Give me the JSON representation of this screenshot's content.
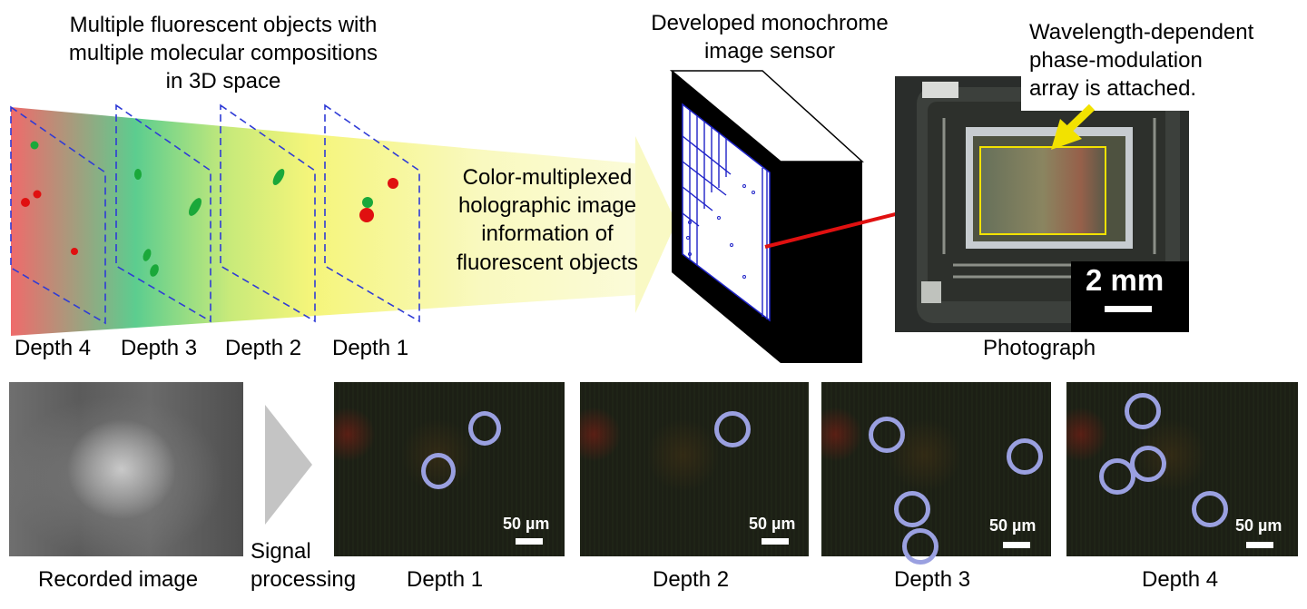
{
  "top": {
    "objects_caption": "Multiple fluorescent objects with\nmultiple molecular compositions\nin 3D space",
    "depth_labels": [
      "Depth 4",
      "Depth 3",
      "Depth 2",
      "Depth 1"
    ],
    "beam_text": "Color-multiplexed\nholographic image\ninformation of\nfluorescent objects",
    "sensor_caption": "Developed monochrome\nimage sensor",
    "photo_annotation": "Wavelength-dependent\nphase-modulation\narray is attached.",
    "photo_scale": "2 mm",
    "photo_caption": "Photograph"
  },
  "bottom": {
    "recorded_caption": "Recorded image",
    "processing_caption": "Signal\nprocessing",
    "panels": [
      {
        "caption": "Depth 1",
        "scale": "50 µm"
      },
      {
        "caption": "Depth 2",
        "scale": "50 µm"
      },
      {
        "caption": "Depth 3",
        "scale": "50 µm"
      },
      {
        "caption": "Depth 4",
        "scale": "50 µm"
      }
    ]
  },
  "colors": {
    "plane_outline": "#2f3bd6",
    "red_dot": "#e01010",
    "green_dot": "#1aa83a",
    "arrow_yellow": "#f2e200",
    "connector_red": "#e01010",
    "circle_marker": "#9aa0e0"
  }
}
